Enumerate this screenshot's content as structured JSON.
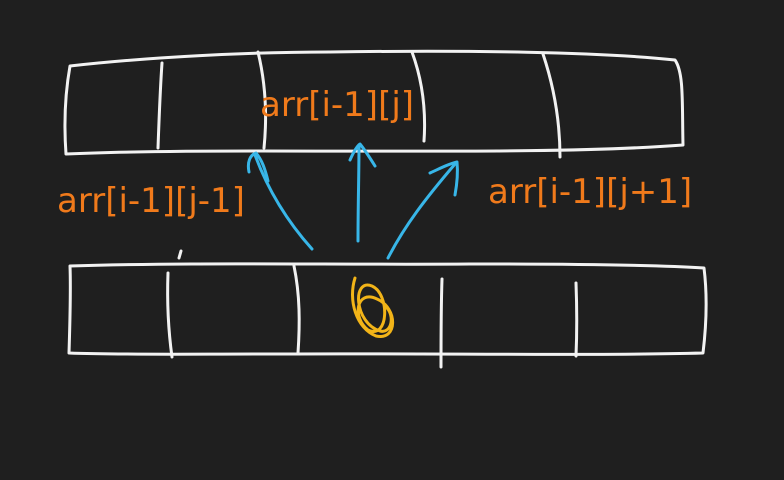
{
  "labels": {
    "top_center": "arr[i-1][j]",
    "left": "arr[i-1][j-1]",
    "right": "arr[i-1][j+1]"
  },
  "colors": {
    "background": "#1f1f1f",
    "sketch": "#f2f2f2",
    "arrow": "#38b6e8",
    "label": "#f07a1b",
    "highlight": "#f2b418"
  }
}
